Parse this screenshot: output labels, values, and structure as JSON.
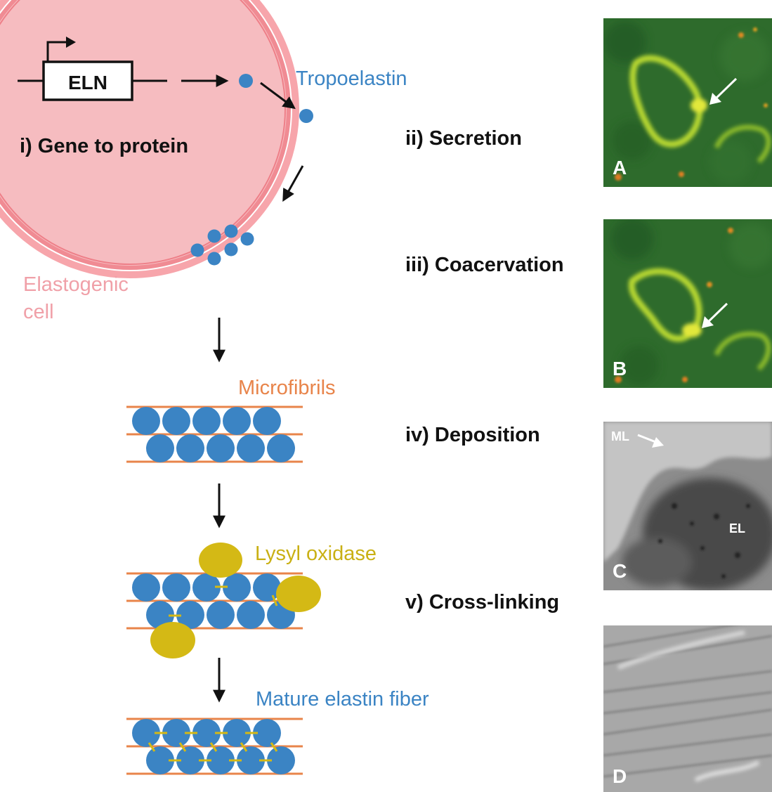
{
  "colors": {
    "cell_fill": "#f6bcc0",
    "cell_membrane": "#f08b93",
    "tropoelastin_blue": "#3b84c4",
    "microfibril_orange": "#e8844a",
    "lysyl_yellow": "#d4b915",
    "text_dark": "#111111",
    "label_blue": "#3b84c4",
    "label_pink": "#f0a0a8",
    "label_orange": "#e8844a",
    "label_yellow": "#c9b014"
  },
  "labels": {
    "gene": "ELN",
    "tropoelastin": "Tropoelastin",
    "step1": "i) Gene to protein",
    "cell_line1": "Elastogenic",
    "cell_line2": "cell",
    "step2": "ii) Secretion",
    "step3": "iii) Coacervation",
    "microfibrils": "Microfibrils",
    "step4": "iv) Deposition",
    "lysyl": "Lysyl oxidase",
    "step5": "v) Cross-linking",
    "mature": "Mature elastin fiber"
  },
  "panels": {
    "a": "A",
    "b": "B",
    "c": "C",
    "c_ml": "ML",
    "c_el": "EL",
    "d": "D"
  }
}
